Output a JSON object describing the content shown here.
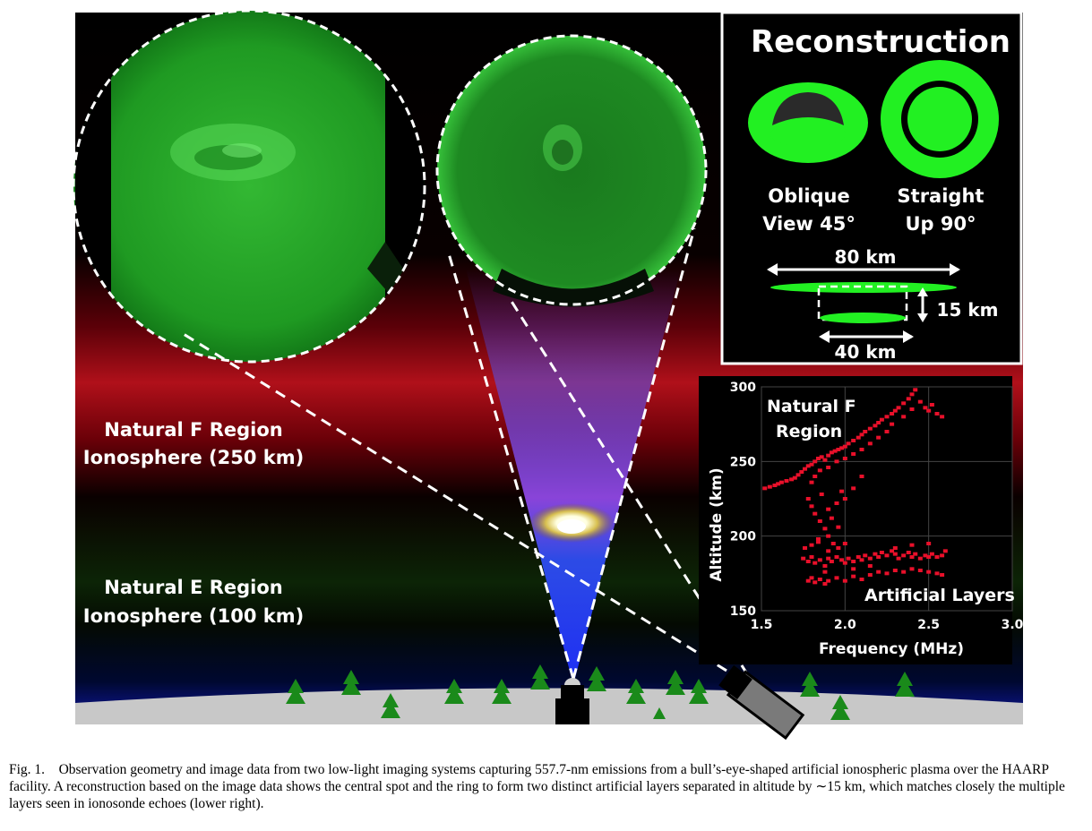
{
  "panel": {
    "title": "Reconstruction",
    "oblique_line1": "Oblique",
    "oblique_line2": "View 45°",
    "straight_line1": "Straight",
    "straight_line2": "Up 90°",
    "dim_80": "80 km",
    "dim_15": "15 km",
    "dim_40": "40 km"
  },
  "regions": {
    "f_line1": "Natural F Region",
    "f_line2": "Ionosphere (250 km)",
    "e_line1": "Natural E Region",
    "e_line2": "Ionosphere (100 km)"
  },
  "caption": {
    "label": "Fig. 1.",
    "text": "Observation geometry and image data from two low-light imaging systems capturing 557.7-nm emissions from a bull’s-eye-shaped artificial ionospheric plasma over the HAARP facility. A reconstruction based on the image data shows the central spot and the ring to form two distinct artificial layers separated in altitude by ∼15 km, which matches closely the multiple layers seen in ionosonde echoes (lower right)."
  },
  "chart_data": {
    "type": "scatter",
    "xlabel": "Frequency (MHz)",
    "ylabel": "Altitude (km)",
    "xlim": [
      1.5,
      3.0
    ],
    "ylim": [
      150,
      300
    ],
    "xticks": [
      "1.5",
      "2.0",
      "2.5",
      "3.0"
    ],
    "yticks": [
      "150",
      "200",
      "250",
      "300"
    ],
    "grid": true,
    "annotations": [
      "Natural F",
      "Region",
      "Artificial Layers"
    ],
    "color": "#e8102a",
    "points": [
      [
        1.52,
        232
      ],
      [
        1.55,
        233
      ],
      [
        1.58,
        234
      ],
      [
        1.6,
        235
      ],
      [
        1.62,
        236
      ],
      [
        1.65,
        237
      ],
      [
        1.68,
        238
      ],
      [
        1.7,
        239
      ],
      [
        1.72,
        241
      ],
      [
        1.74,
        243
      ],
      [
        1.76,
        245
      ],
      [
        1.78,
        247
      ],
      [
        1.8,
        248
      ],
      [
        1.82,
        250
      ],
      [
        1.84,
        252
      ],
      [
        1.86,
        253
      ],
      [
        1.88,
        251
      ],
      [
        1.9,
        254
      ],
      [
        1.92,
        256
      ],
      [
        1.94,
        257
      ],
      [
        1.96,
        258
      ],
      [
        1.98,
        259
      ],
      [
        2.0,
        260
      ],
      [
        2.02,
        262
      ],
      [
        2.05,
        264
      ],
      [
        2.08,
        266
      ],
      [
        2.1,
        268
      ],
      [
        2.12,
        270
      ],
      [
        2.15,
        272
      ],
      [
        2.18,
        274
      ],
      [
        2.2,
        276
      ],
      [
        2.22,
        278
      ],
      [
        2.25,
        280
      ],
      [
        2.28,
        282
      ],
      [
        2.3,
        284
      ],
      [
        2.32,
        286
      ],
      [
        2.35,
        289
      ],
      [
        2.38,
        292
      ],
      [
        2.4,
        295
      ],
      [
        2.42,
        298
      ],
      [
        2.45,
        290
      ],
      [
        2.48,
        286
      ],
      [
        2.5,
        284
      ],
      [
        2.52,
        288
      ],
      [
        2.55,
        282
      ],
      [
        2.58,
        280
      ],
      [
        1.8,
        236
      ],
      [
        1.82,
        240
      ],
      [
        1.85,
        244
      ],
      [
        1.9,
        246
      ],
      [
        1.95,
        250
      ],
      [
        2.0,
        252
      ],
      [
        2.05,
        255
      ],
      [
        2.1,
        258
      ],
      [
        2.15,
        262
      ],
      [
        2.2,
        266
      ],
      [
        2.25,
        270
      ],
      [
        2.28,
        275
      ],
      [
        2.35,
        280
      ],
      [
        2.4,
        285
      ],
      [
        1.78,
        225
      ],
      [
        1.8,
        220
      ],
      [
        1.82,
        215
      ],
      [
        1.85,
        210
      ],
      [
        1.88,
        205
      ],
      [
        1.9,
        200
      ],
      [
        1.92,
        212
      ],
      [
        1.95,
        222
      ],
      [
        1.98,
        230
      ],
      [
        2.0,
        225
      ],
      [
        1.86,
        228
      ],
      [
        1.9,
        218
      ],
      [
        1.84,
        198
      ],
      [
        1.96,
        206
      ],
      [
        1.93,
        195
      ],
      [
        2.05,
        232
      ],
      [
        2.1,
        240
      ],
      [
        1.75,
        185
      ],
      [
        1.78,
        183
      ],
      [
        1.8,
        186
      ],
      [
        1.82,
        182
      ],
      [
        1.85,
        184
      ],
      [
        1.88,
        180
      ],
      [
        1.9,
        185
      ],
      [
        1.92,
        183
      ],
      [
        1.95,
        186
      ],
      [
        1.98,
        184
      ],
      [
        2.0,
        182
      ],
      [
        2.02,
        185
      ],
      [
        2.05,
        183
      ],
      [
        2.08,
        186
      ],
      [
        2.1,
        184
      ],
      [
        2.12,
        187
      ],
      [
        2.15,
        185
      ],
      [
        2.18,
        188
      ],
      [
        2.2,
        186
      ],
      [
        2.22,
        189
      ],
      [
        2.25,
        187
      ],
      [
        2.28,
        190
      ],
      [
        2.3,
        188
      ],
      [
        2.32,
        185
      ],
      [
        2.35,
        187
      ],
      [
        2.38,
        189
      ],
      [
        2.4,
        186
      ],
      [
        2.42,
        188
      ],
      [
        2.45,
        185
      ],
      [
        2.48,
        187
      ],
      [
        2.5,
        186
      ],
      [
        2.52,
        188
      ],
      [
        2.55,
        186
      ],
      [
        2.58,
        187
      ],
      [
        1.78,
        170
      ],
      [
        1.8,
        172
      ],
      [
        1.82,
        169
      ],
      [
        1.85,
        171
      ],
      [
        1.88,
        168
      ],
      [
        1.9,
        170
      ],
      [
        1.95,
        172
      ],
      [
        2.0,
        170
      ],
      [
        2.05,
        173
      ],
      [
        2.1,
        171
      ],
      [
        2.15,
        174
      ],
      [
        2.2,
        176
      ],
      [
        2.25,
        175
      ],
      [
        2.3,
        177
      ],
      [
        2.35,
        176
      ],
      [
        2.4,
        178
      ],
      [
        2.45,
        177
      ],
      [
        2.5,
        176
      ],
      [
        2.55,
        175
      ],
      [
        2.58,
        174
      ],
      [
        1.76,
        192
      ],
      [
        1.8,
        194
      ],
      [
        1.84,
        196
      ],
      [
        1.9,
        190
      ],
      [
        1.96,
        192
      ],
      [
        2.0,
        195
      ],
      [
        2.3,
        192
      ],
      [
        2.4,
        194
      ],
      [
        2.5,
        195
      ],
      [
        2.6,
        190
      ],
      [
        1.88,
        176
      ],
      [
        2.05,
        178
      ],
      [
        2.15,
        180
      ]
    ]
  }
}
